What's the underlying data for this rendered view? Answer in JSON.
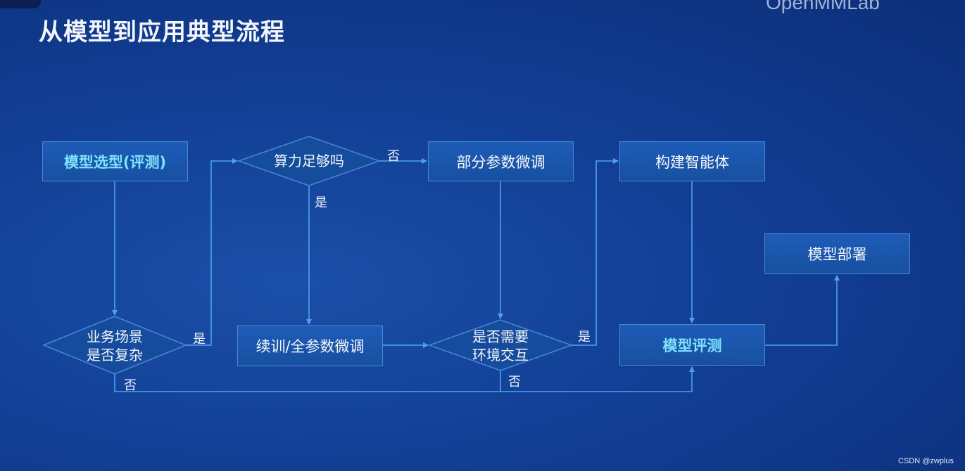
{
  "title": "从模型到应用典型流程",
  "brand": "OpenMMLab",
  "nodes": {
    "model_selection": "模型选型(评测)",
    "compute_enough": "算力足够吗",
    "partial_finetune": "部分参数微调",
    "build_agent": "构建智能体",
    "model_deploy": "模型部署",
    "business_complex_line1": "业务场景",
    "business_complex_line2": "是否复杂",
    "continue_train": "续训/全参数微调",
    "need_env_line1": "是否需要",
    "need_env_line2": "环境交互",
    "model_eval": "模型评测"
  },
  "edge_labels": {
    "compute_no": "否",
    "compute_yes": "是",
    "business_yes": "是",
    "business_no": "否",
    "env_yes": "是",
    "env_no": "否"
  },
  "watermark": "CSDN @zwplus",
  "colors": {
    "line": "#4ea1ee",
    "box_border": "#4a86d8",
    "highlight_text": "#7fe3ff"
  }
}
